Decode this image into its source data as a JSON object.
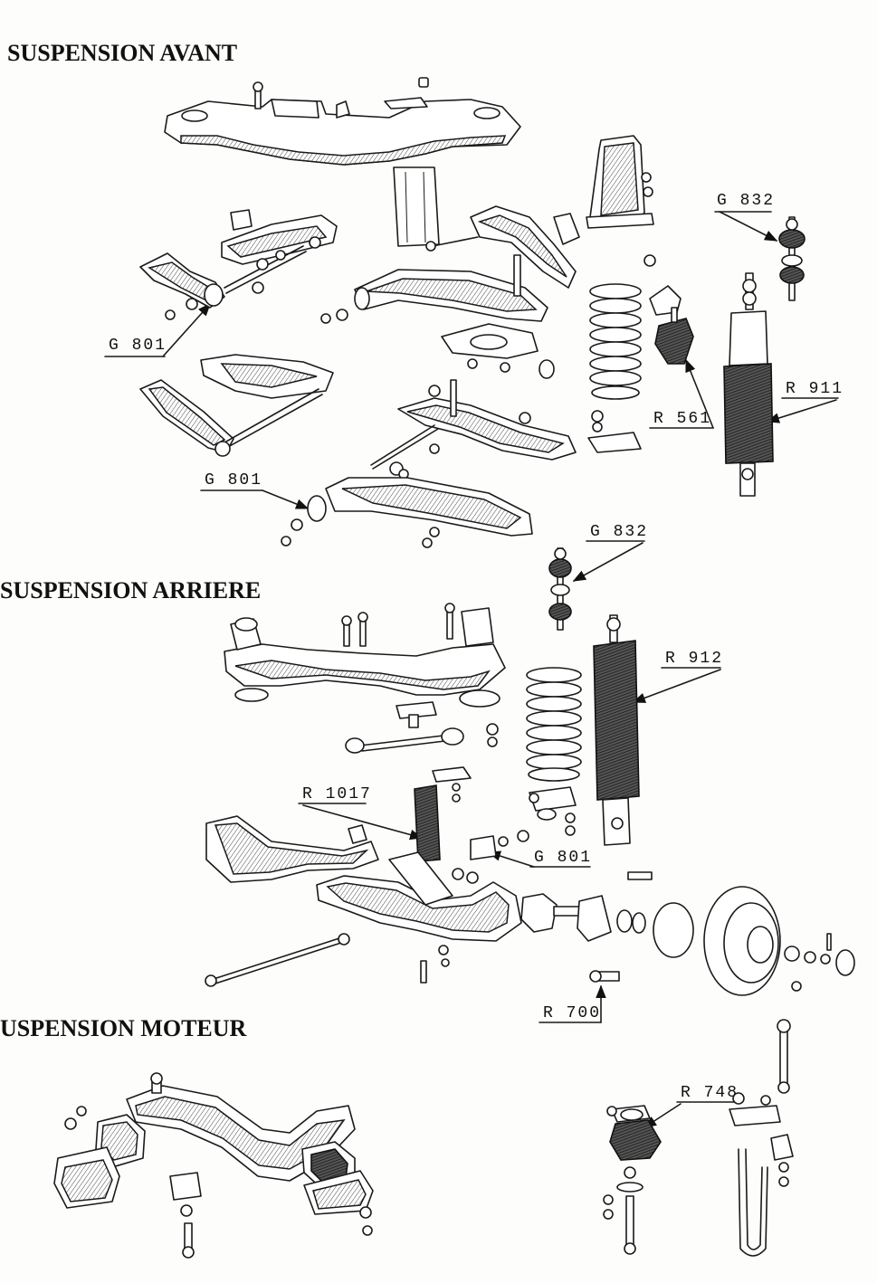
{
  "sections": {
    "front": "SUSPENSION AVANT",
    "rear": "SUSPENSION ARRIERE",
    "engine": "USPENSION MOTEUR"
  },
  "labels": {
    "g832_top": "G 832",
    "g801_a": "G 801",
    "r561": "R 561",
    "r911": "R 911",
    "g801_b": "G 801",
    "g832_mid": "G 832",
    "r912": "R 912",
    "r1017": "R 1017",
    "g801_c": "G 801",
    "r700": "R 700",
    "r748": "R 748"
  }
}
